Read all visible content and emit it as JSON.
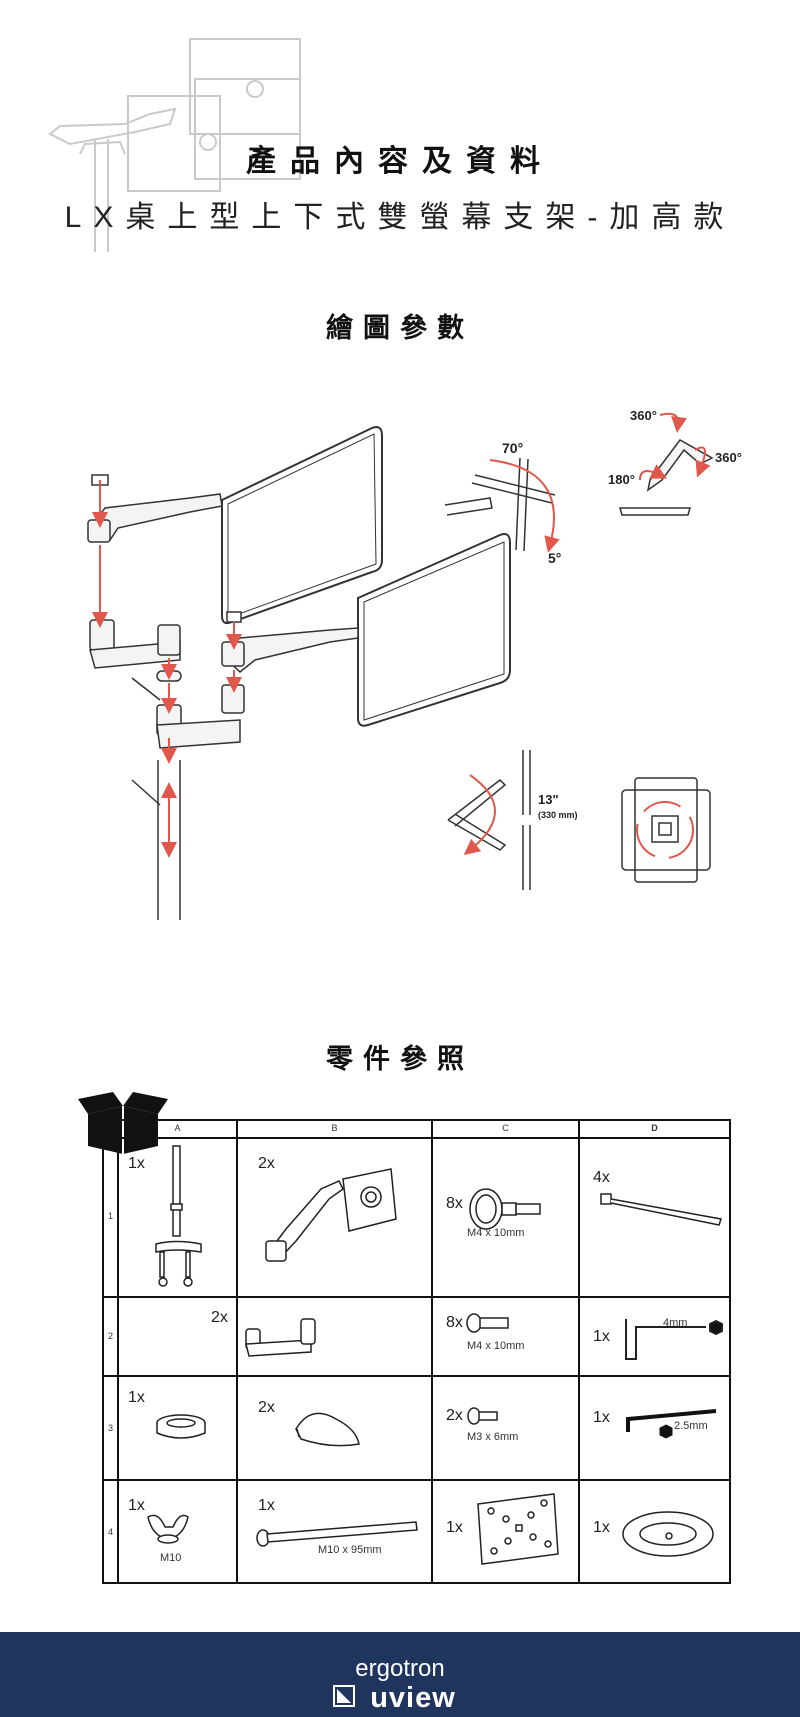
{
  "header": {
    "title": "產品內容及資料",
    "subtitle": "LX桌上型上下式雙螢幕支架-加高款"
  },
  "sections": {
    "drawing_title": "繪圖參數",
    "parts_title": "零件參照"
  },
  "diagram": {
    "tilt_up": "70°",
    "tilt_down": "5°",
    "rotate_top": "360°",
    "rotate_right": "360°",
    "rotate_base": "180°",
    "lift_height": "13\"",
    "lift_height_mm": "(330 mm)"
  },
  "parts_table": {
    "columns": [
      "A",
      "B",
      "C",
      "D"
    ],
    "rows": [
      "1",
      "2",
      "3",
      "4"
    ],
    "cells": {
      "r1a_qty": "1x",
      "r1b_qty": "2x",
      "r1c_qty": "8x",
      "r1c_spec": "M4 x 10mm",
      "r1d_qty": "4x",
      "r2ab_qty": "2x",
      "r2c_qty": "8x",
      "r2c_spec": "M4 x 10mm",
      "r2d_qty": "1x",
      "r2d_spec": "4mm",
      "r3a_qty": "1x",
      "r3b_qty": "2x",
      "r3c_qty": "2x",
      "r3c_spec": "M3 x 6mm",
      "r3d_qty": "1x",
      "r3d_spec": "2.5mm",
      "r4a_qty": "1x",
      "r4a_spec": "M10",
      "r4b_qty": "1x",
      "r4b_spec": "M10 x 95mm",
      "r4c_qty": "1x",
      "r4d_qty": "1x"
    }
  },
  "footer": {
    "brand_line1": "ergotron",
    "brand_line2": "uview"
  },
  "colors": {
    "accent_red": "#e0574b",
    "footer_navy": "#20355e",
    "line_dark": "#222222"
  }
}
